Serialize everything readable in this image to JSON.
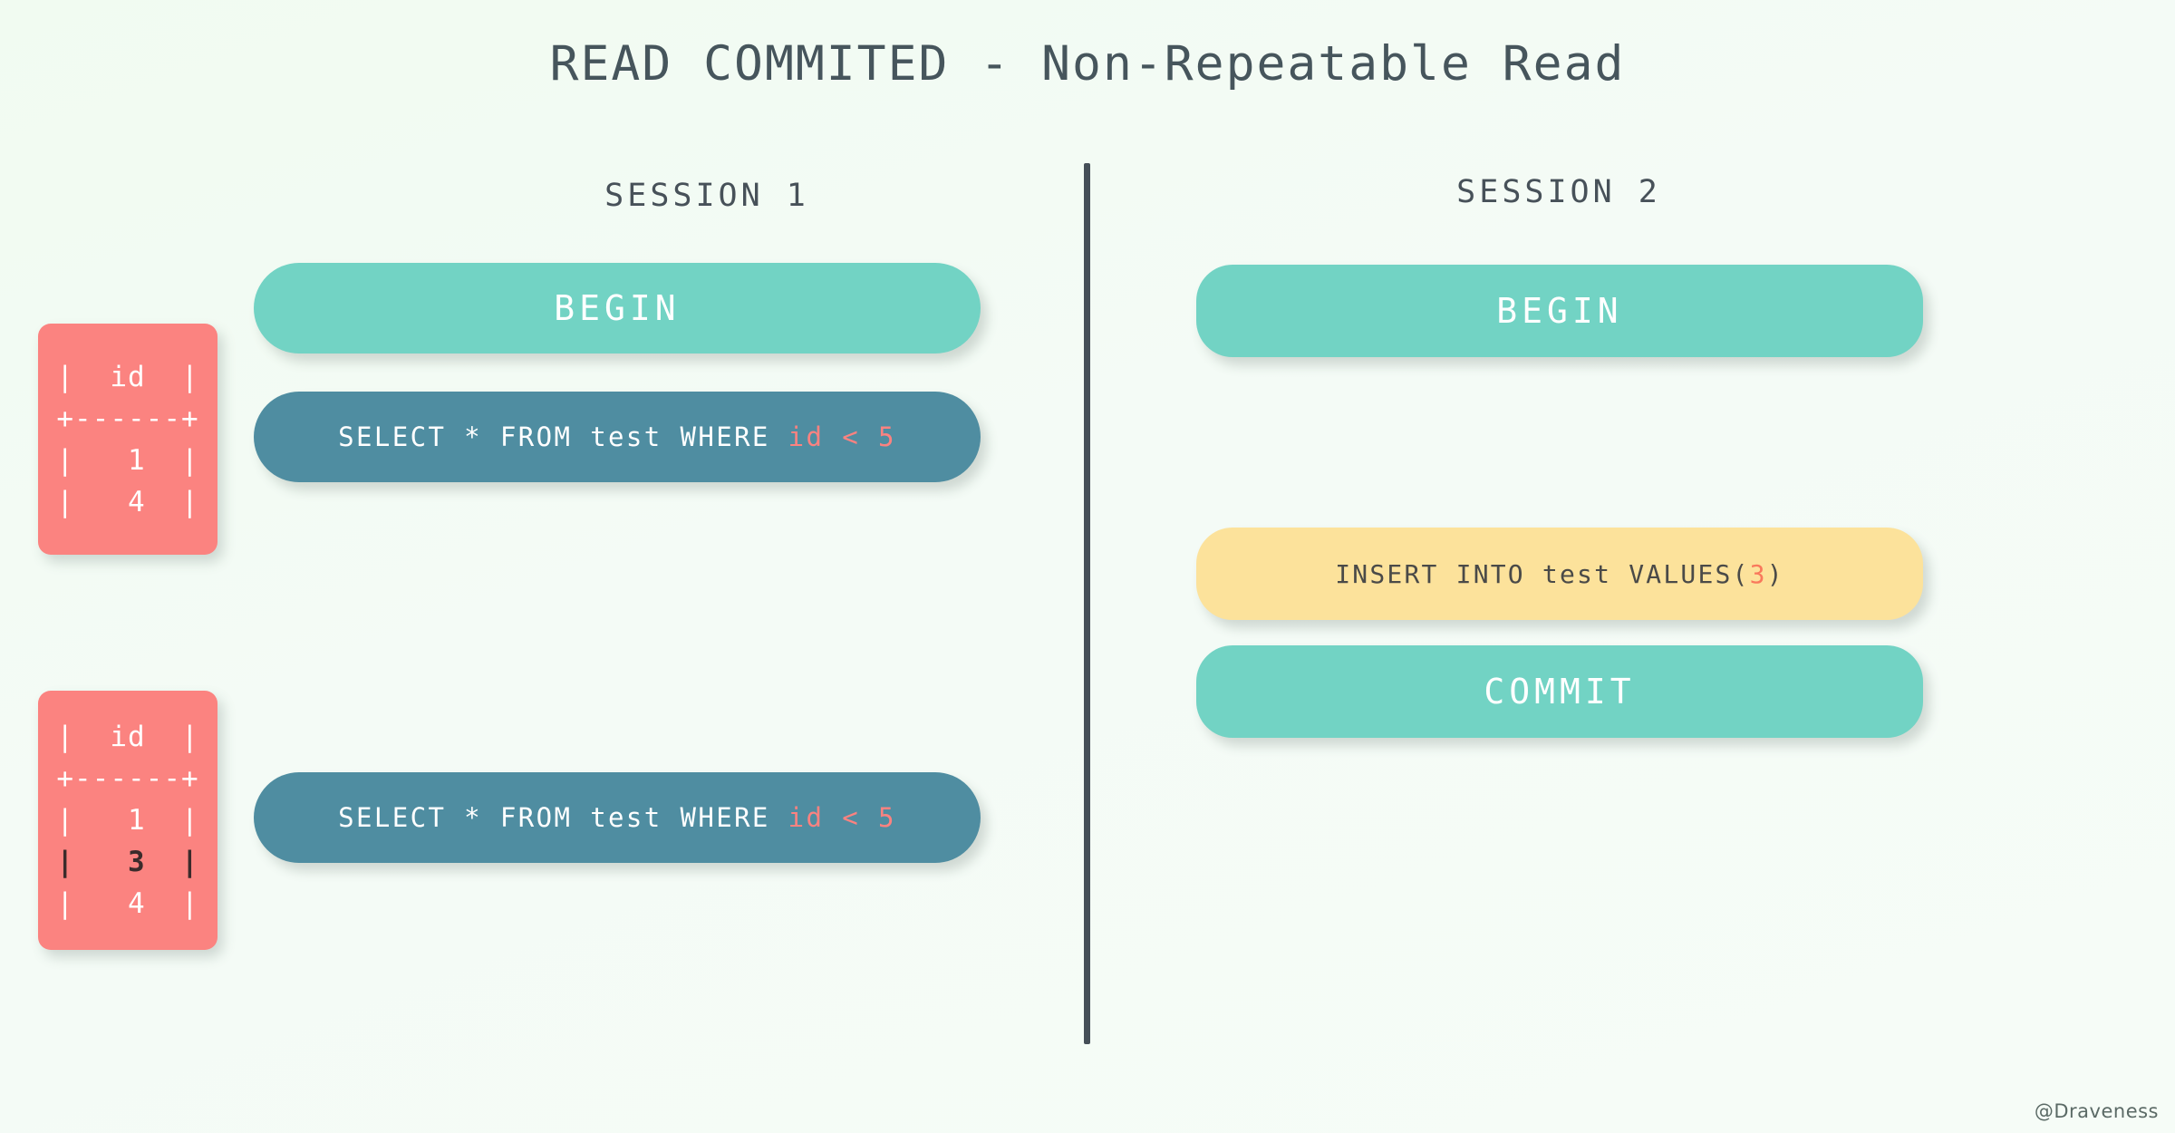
{
  "page": {
    "title": "READ COMMITED - Non-Repeatable Read",
    "watermark": "@Draveness",
    "background_color": "#f2fbf3",
    "divider_color": "#454f58"
  },
  "columns": [
    {
      "header": "SESSION 1"
    },
    {
      "header": "SESSION 2"
    }
  ],
  "session1": {
    "header": "SESSION 1",
    "statements": [
      {
        "id": "begin",
        "label": "BEGIN",
        "style": "teal"
      },
      {
        "id": "select1",
        "label": "SELECT * FROM test WHERE ",
        "highlight": "id < 5",
        "style": "slate"
      },
      {
        "id": "select2",
        "label": "SELECT * FROM test WHERE ",
        "highlight": "id < 5",
        "style": "slate"
      }
    ],
    "results": [
      {
        "id": "result-first",
        "rows": [
          {
            "text": "|  id  |",
            "emphasis": false
          },
          {
            "text": "+------+",
            "emphasis": false
          },
          {
            "text": "|   1  |",
            "emphasis": false
          },
          {
            "text": "|   4  |",
            "emphasis": false
          }
        ]
      },
      {
        "id": "result-second",
        "rows": [
          {
            "text": "|  id  |",
            "emphasis": false
          },
          {
            "text": "+------+",
            "emphasis": false
          },
          {
            "text": "|   1  |",
            "emphasis": false
          },
          {
            "text": "|   3  |",
            "emphasis": true
          },
          {
            "text": "|   4  |",
            "emphasis": false
          }
        ]
      }
    ]
  },
  "session2": {
    "header": "SESSION 2",
    "statements": [
      {
        "id": "begin",
        "label": "BEGIN",
        "style": "teal"
      },
      {
        "id": "insert",
        "label": "INSERT INTO test VALUES(",
        "highlight": "3",
        "suffix": ")",
        "style": "yellow"
      },
      {
        "id": "commit",
        "label": "COMMIT",
        "style": "teal"
      }
    ]
  },
  "colors": {
    "teal": "#72d3c4",
    "slate": "#4f8da1",
    "yellow": "#fce29b",
    "red": "#fb8380",
    "highlight_pink": "#fb8280",
    "highlight_orange": "#f9795c",
    "text_dark": "#46555c",
    "row_emphasis": "#3b2b2b"
  }
}
